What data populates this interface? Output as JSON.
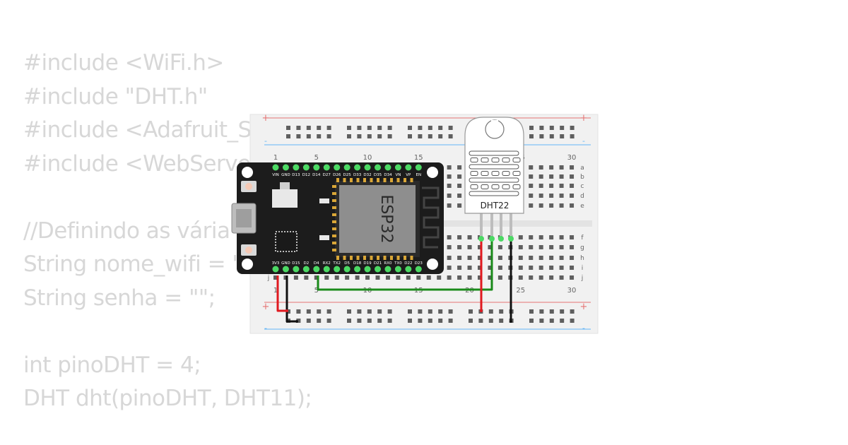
{
  "code_lines": [
    "#include <WiFi.h>",
    "#include \"DHT.h\"",
    "#include <Adafruit_Se",
    "#include <WebServer",
    "",
    "//Definindo as vária",
    "String nome_wifi = \"",
    "String senha = \"\";",
    "",
    "int pinoDHT = 4;",
    "DHT dht(pinoDHT, DHT11);"
  ],
  "breadboard": {
    "rail_plus": "+",
    "rail_minus": "-",
    "columns_numbers": [
      "1",
      "5",
      "10",
      "15",
      "20",
      "25",
      "30"
    ],
    "rows_top": [
      "a",
      "b",
      "c",
      "d",
      "e"
    ],
    "rows_bottom": [
      "f",
      "g",
      "h",
      "i",
      "j"
    ]
  },
  "esp32": {
    "chip_label": "ESP32",
    "top_pins": [
      "VIN",
      "GND",
      "D13",
      "D12",
      "D14",
      "D27",
      "D26",
      "D25",
      "D33",
      "D32",
      "D35",
      "D34",
      "VN",
      "VP",
      "EN"
    ],
    "bottom_pins": [
      "3V3",
      "GND",
      "D15",
      "D2",
      "D4",
      "RX2",
      "TX2",
      "D5",
      "D18",
      "D19",
      "D21",
      "RX0",
      "TX0",
      "D22",
      "D23"
    ]
  },
  "sensor": {
    "label": "DHT22"
  },
  "colors": {
    "code_text": "#d7d7d7",
    "board_black": "#1c1c1c",
    "pin_green": "#4cd964",
    "wire_red": "#e0191f",
    "wire_black": "#111111",
    "wire_green": "#1a8a1a",
    "rail_red": "#e57373",
    "rail_blue": "#64b5f6"
  }
}
